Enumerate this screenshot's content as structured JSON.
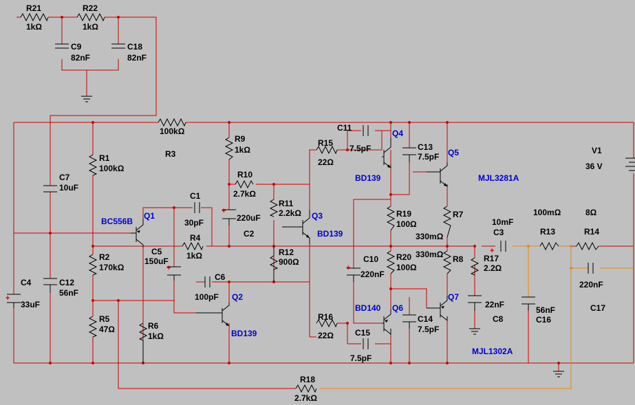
{
  "schematic": {
    "resistors": [
      {
        "ref": "R21",
        "value": "1kΩ"
      },
      {
        "ref": "R22",
        "value": "1kΩ"
      },
      {
        "ref": "R3",
        "value": "100kΩ"
      },
      {
        "ref": "R1",
        "value": "100kΩ"
      },
      {
        "ref": "R9",
        "value": "1kΩ"
      },
      {
        "ref": "R10",
        "value": "2.7kΩ"
      },
      {
        "ref": "R11",
        "value": "2.2kΩ"
      },
      {
        "ref": "R12",
        "value": "900Ω"
      },
      {
        "ref": "R4",
        "value": "1kΩ"
      },
      {
        "ref": "R2",
        "value": "170kΩ"
      },
      {
        "ref": "R5",
        "value": "47Ω"
      },
      {
        "ref": "R6",
        "value": "1kΩ"
      },
      {
        "ref": "R15",
        "value": "22Ω"
      },
      {
        "ref": "R16",
        "value": "22Ω"
      },
      {
        "ref": "R19",
        "value": "100Ω"
      },
      {
        "ref": "R20",
        "value": "100Ω"
      },
      {
        "ref": "R7",
        "value": "330mΩ"
      },
      {
        "ref": "R8",
        "value": "330mΩ"
      },
      {
        "ref": "R17",
        "value": "2.2Ω"
      },
      {
        "ref": "R13",
        "value": "100mΩ"
      },
      {
        "ref": "R14",
        "value": "8Ω"
      },
      {
        "ref": "R18",
        "value": "2.7kΩ"
      }
    ],
    "capacitors": [
      {
        "ref": "C9",
        "value": "82nF"
      },
      {
        "ref": "C18",
        "value": "82nF"
      },
      {
        "ref": "C7",
        "value": "10uF"
      },
      {
        "ref": "C12",
        "value": "56nF"
      },
      {
        "ref": "C4",
        "value": "33uF"
      },
      {
        "ref": "C1",
        "value": "30pF"
      },
      {
        "ref": "C2",
        "value": "220uF"
      },
      {
        "ref": "C5",
        "value": "150uF"
      },
      {
        "ref": "C6",
        "value": "100pF"
      },
      {
        "ref": "C11",
        "value": "7.5pF"
      },
      {
        "ref": "C13",
        "value": "7.5pF"
      },
      {
        "ref": "C10",
        "value": "220nF"
      },
      {
        "ref": "C14",
        "value": "7.5pF"
      },
      {
        "ref": "C15",
        "value": "7.5pF"
      },
      {
        "ref": "C3",
        "value": "10mF"
      },
      {
        "ref": "C8",
        "value": "22nF"
      },
      {
        "ref": "C16",
        "value": "56nF"
      },
      {
        "ref": "C17",
        "value": "220nF"
      }
    ],
    "transistors": [
      {
        "ref": "Q1",
        "model": "BC556B"
      },
      {
        "ref": "Q2",
        "model": "BD139"
      },
      {
        "ref": "Q3",
        "model": "BD139"
      },
      {
        "ref": "Q4",
        "model": "BD139"
      },
      {
        "ref": "Q5",
        "model": "MJL3281A"
      },
      {
        "ref": "Q6",
        "model": "BD140"
      },
      {
        "ref": "Q7",
        "model": "MJL1302A"
      }
    ],
    "source": {
      "ref": "V1",
      "value": "36 V"
    },
    "colors": {
      "background": "#c0c0c0",
      "wire": "#cc0000",
      "feedback_wire": "#e08a1e",
      "transistor_label": "#0000cc",
      "component": "#000000"
    }
  }
}
